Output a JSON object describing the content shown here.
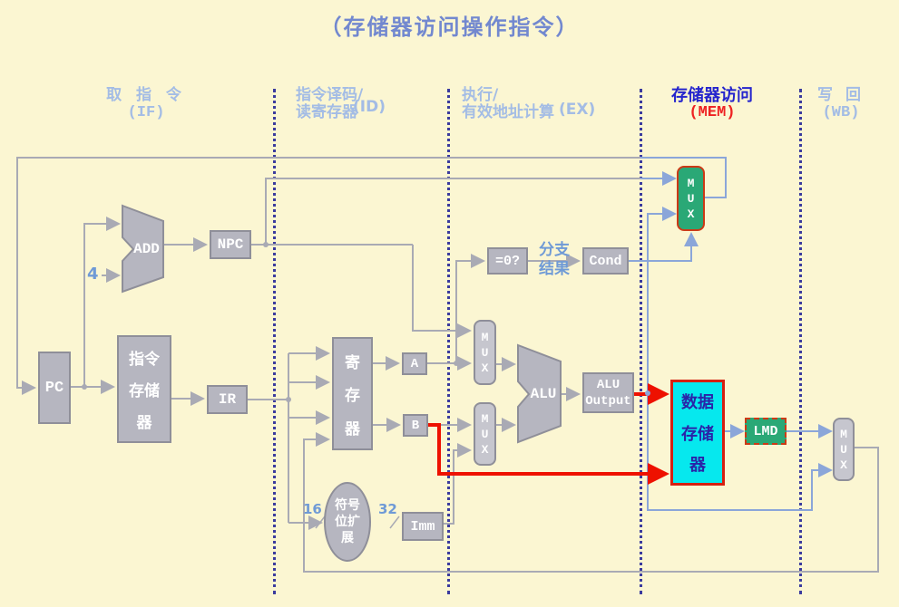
{
  "title": "（存储器访问操作指令）",
  "stages": {
    "if": {
      "line1": "取 指 令",
      "tag": "(IF)"
    },
    "id": {
      "line1": "指令译码/",
      "line2": "读寄存器",
      "tag": "(ID)"
    },
    "ex": {
      "line1": "执行/",
      "line2": "有效地址计算",
      "tag": "(EX)"
    },
    "mem": {
      "line1": "存储器访问",
      "tag": "(MEM)"
    },
    "wb": {
      "line1": "写 回",
      "tag": "(WB)"
    }
  },
  "blocks": {
    "pc": "PC",
    "imem": {
      "l1": "指令",
      "l2": "存储",
      "l3": "器"
    },
    "ir": "IR",
    "add": "ADD",
    "npc": "NPC",
    "regfile": {
      "l1": "寄",
      "l2": "存",
      "l3": "器"
    },
    "a": "A",
    "b": "B",
    "signext": {
      "l1": "符号",
      "l2": "位扩",
      "l3": "展"
    },
    "imm": "Imm",
    "mux": {
      "l1": "M",
      "l2": "U",
      "l3": "X"
    },
    "alu": "ALU",
    "alu_out": {
      "l1": "ALU",
      "l2": "Output"
    },
    "zero_test": "=0?",
    "branch": {
      "l1": "分支",
      "l2": "结果"
    },
    "cond": "Cond",
    "dmem": {
      "l1": "数据",
      "l2": "存储",
      "l3": "器"
    },
    "lmd": "LMD"
  },
  "labels": {
    "four": "4",
    "sixteen": "16",
    "thirtytwo": "32"
  },
  "colors": {
    "bg": "#FBF6D2",
    "title": "#7288CF",
    "header": "#A3BCE5",
    "memHeader": "#2525CD",
    "memTag": "#EE2222",
    "boxFill": "#B6B6C0",
    "boxBorder": "#8F8F99",
    "boxText": "#FFFFFF",
    "muxFill": "#C6C6CE",
    "green": "#2AA876",
    "greenBorder": "#CC3A16",
    "cyan": "#06E8EE",
    "cyanBorder": "#D52011",
    "cyanText": "#2A23A8",
    "lineGray": "#A9AAB4",
    "lineBlue": "#8BA6D9",
    "lineRed": "#EE1100",
    "divider": "#3B3B9E",
    "labelBlue": "#6F9AD6"
  }
}
